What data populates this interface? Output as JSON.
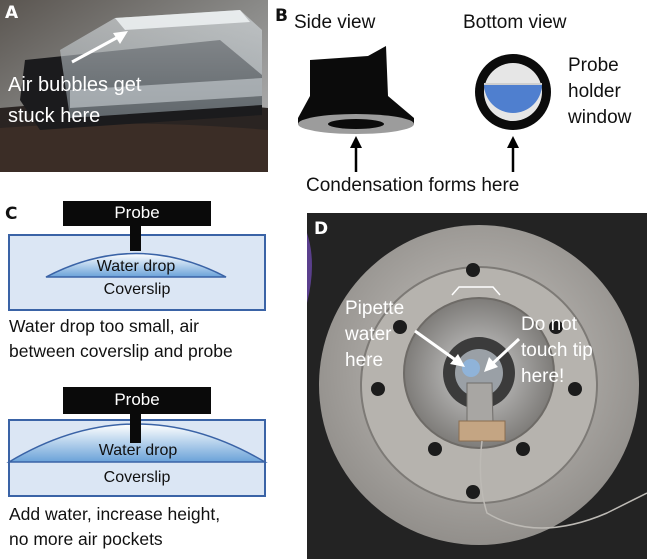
{
  "panels": {
    "a": {
      "letter": "A",
      "annotation_line1": "Air bubbles get",
      "annotation_line2": "stuck here"
    },
    "b": {
      "letter": "B",
      "side_view_title": "Side view",
      "bottom_view_title": "Bottom view",
      "window_label": [
        "Probe",
        "holder",
        "window"
      ],
      "bottom_caption": "Condensation forms here"
    },
    "c": {
      "letter": "C",
      "diagram1": {
        "probe": "Probe",
        "drop": "Water drop",
        "coverslip": "Coverslip"
      },
      "caption1": [
        "Water drop too small, air",
        "between coverslip and probe"
      ],
      "diagram2": {
        "probe": "Probe",
        "drop": "Water drop",
        "coverslip": "Coverslip"
      },
      "caption2": [
        "Add water, increase height,",
        "no more air pockets"
      ]
    },
    "d": {
      "letter": "D",
      "left_label": [
        "Pipette",
        "water",
        "here"
      ],
      "right_label": [
        "Do not",
        "touch tip",
        "here!"
      ]
    }
  },
  "colors": {
    "probe": "#0a0a0a",
    "coverslip_fill": "#dbe6f4",
    "coverslip_border": "#3a63a6",
    "drop_top": "#ffffff",
    "drop_bottom": "#6aa2d9",
    "window_blue": "#4f7fcf"
  }
}
